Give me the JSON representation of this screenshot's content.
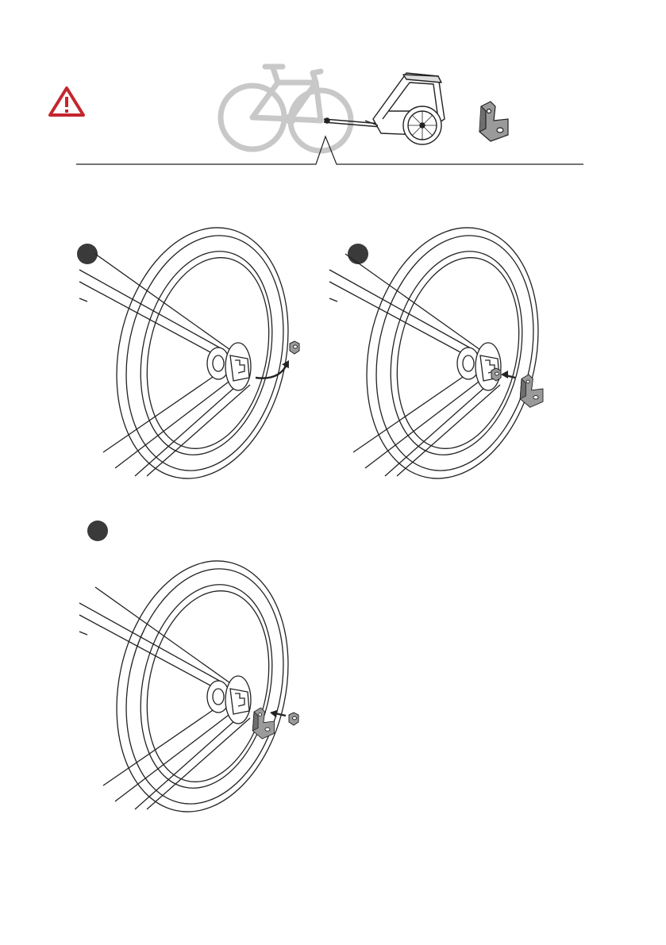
{
  "page": {
    "steps": [
      {
        "name": "step-1",
        "badge_color": "#3a3a3a"
      },
      {
        "name": "step-2",
        "badge_color": "#3a3a3a"
      },
      {
        "name": "step-3",
        "badge_color": "#3a3a3a"
      }
    ]
  },
  "colors": {
    "warning": "#c4262e",
    "line": "#222222",
    "bike_gray": "#c8c8c8",
    "part_gray": "#8a8a8a",
    "badge": "#3a3a3a"
  },
  "icons": {
    "warning": "warning-triangle-icon",
    "bicycle": "bicycle-icon",
    "trailer": "bike-trailer-icon",
    "hitch_bracket": "hitch-bracket-icon",
    "axle_nut": "axle-nut-icon",
    "arrow": "arrow-icon"
  }
}
